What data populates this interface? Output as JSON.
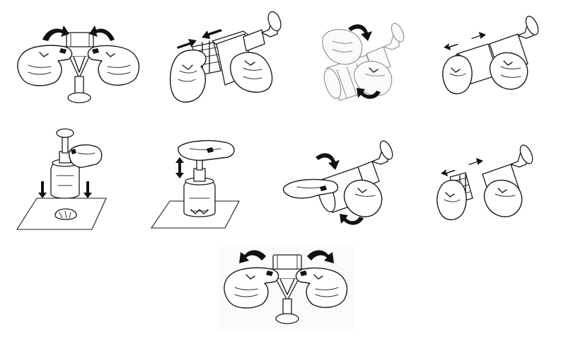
{
  "figure": {
    "steps": [
      {
        "id": 1,
        "action": "rotate-open",
        "view": "top-assembly"
      },
      {
        "id": 2,
        "action": "push-in",
        "view": "side-blade"
      },
      {
        "id": 3,
        "action": "twist",
        "view": "side-transparent"
      },
      {
        "id": 4,
        "action": "pull-apart",
        "view": "side-housing"
      },
      {
        "id": 5,
        "action": "press-down",
        "view": "chopper-on-board"
      },
      {
        "id": 6,
        "action": "pump",
        "view": "chopper-pump"
      },
      {
        "id": 7,
        "action": "twist",
        "view": "side-housing"
      },
      {
        "id": 8,
        "action": "pull-apart",
        "view": "side-blade"
      },
      {
        "id": 9,
        "action": "rotate-close",
        "view": "top-assembly"
      }
    ],
    "colors": {
      "line": "#1b1b1b",
      "arrow": "#111111",
      "background": "#ffffff"
    },
    "icons": [
      "curved-arrow-icon",
      "straight-arrow-icon",
      "double-arrow-icon",
      "hand-icon"
    ]
  }
}
